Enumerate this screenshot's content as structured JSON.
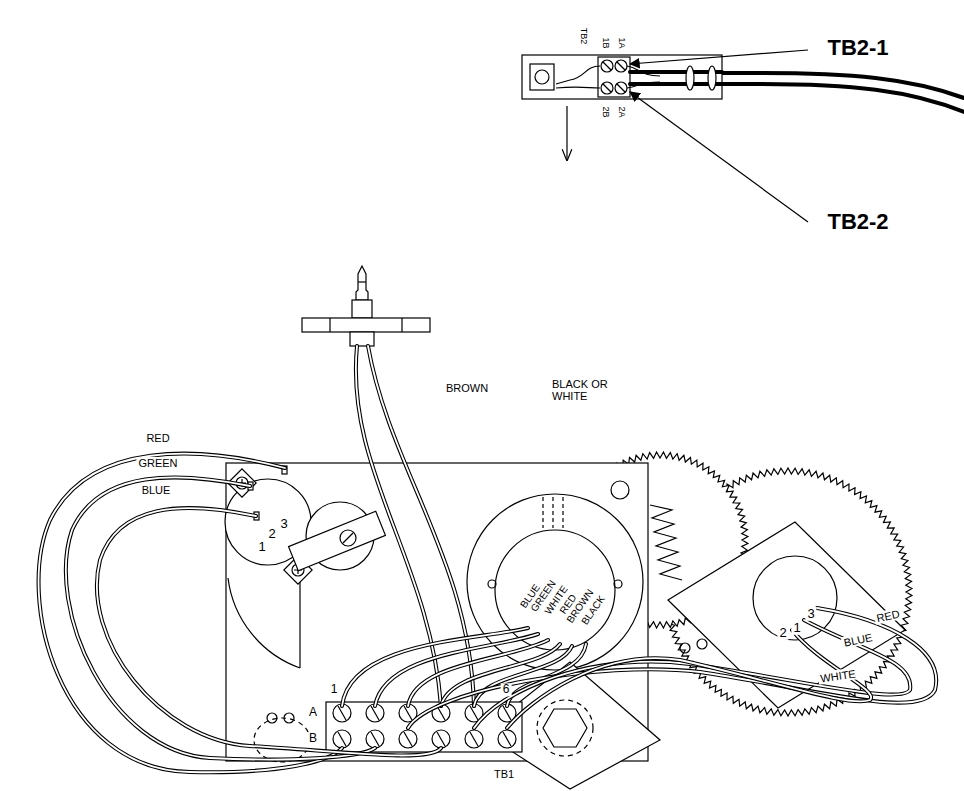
{
  "diagram": {
    "labels": [
      "TB2-1",
      "TB2-2",
      "TB2",
      "1B",
      "1A",
      "2B",
      "2A",
      "BROWN",
      "BLACK OR WHITE",
      "RED",
      "GREEN",
      "BLUE",
      "1",
      "2",
      "3",
      "BLUE",
      "GREEN",
      "WHITE",
      "RED",
      "BROWN",
      "BLACK",
      "1",
      "6",
      "A",
      "B",
      "TB1",
      "2",
      "1",
      "3",
      "RED",
      "BLUE",
      "WHITE"
    ]
  }
}
